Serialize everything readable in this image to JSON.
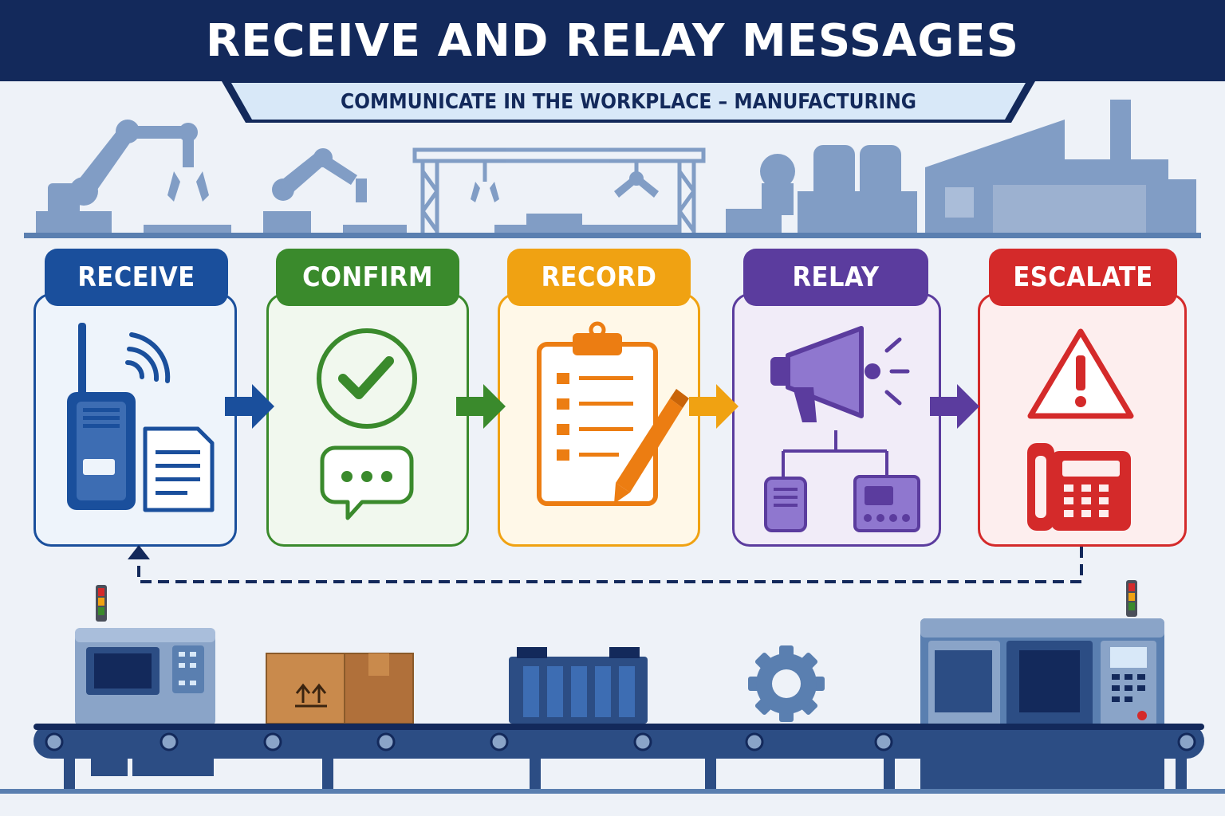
{
  "header": {
    "title": "RECEIVE AND RELAY MESSAGES",
    "subtitle": "COMMUNICATE IN THE WORKPLACE – MANUFACTURING"
  },
  "steps": [
    {
      "label": "RECEIVE",
      "color": "#1a4f9c",
      "tint": "#eef4fb",
      "icon": "two-way-radio-and-document"
    },
    {
      "label": "CONFIRM",
      "color": "#3a8a2c",
      "tint": "#f1f8ee",
      "icon": "check-circle-and-speech-bubble"
    },
    {
      "label": "RECORD",
      "color": "#f0a212",
      "tint": "#fff8e8",
      "icon": "clipboard-and-pen"
    },
    {
      "label": "RELAY",
      "color": "#5b3c9e",
      "tint": "#f1ecf8",
      "icon": "megaphone-radio-network"
    },
    {
      "label": "ESCALATE",
      "color": "#d42a2a",
      "tint": "#fdeeee",
      "icon": "warning-and-desk-phone"
    }
  ],
  "colors": {
    "navy": "#13295b",
    "steel": "#5a7fb0",
    "banner": "#d8e8f8"
  }
}
